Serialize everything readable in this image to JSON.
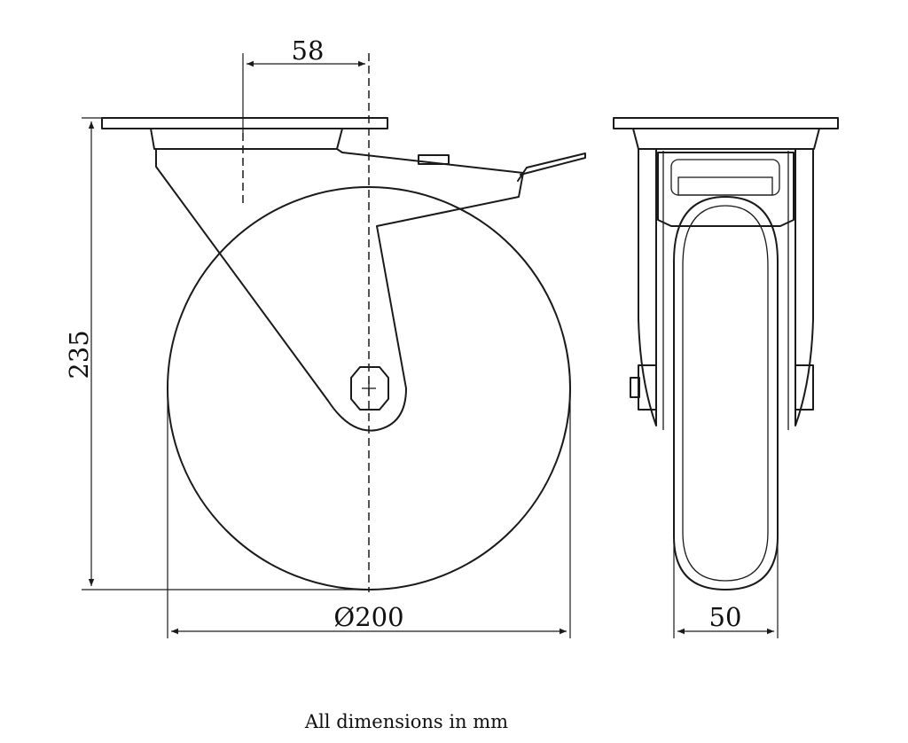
{
  "dimensions": {
    "offset": "58",
    "height": "235",
    "wheel_diameter": "Ø200",
    "wheel_width": "50"
  },
  "caption": "All dimensions in mm"
}
